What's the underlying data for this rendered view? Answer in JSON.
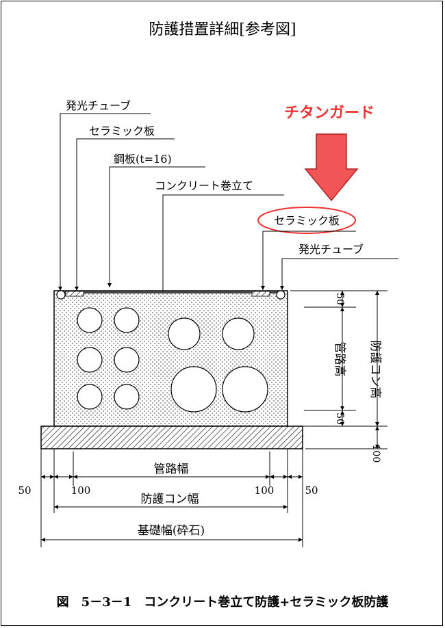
{
  "title": "防護措置詳細[参考図]",
  "left_labels": {
    "luminous_tube": "発光チューブ",
    "ceramic_plate": "セラミック板",
    "steel_plate": "鋼板(t=16)",
    "concrete": "コンクリート巻立て"
  },
  "right_labels": {
    "titanium_guard": "チタンガード",
    "ceramic_plate": "セラミック板",
    "luminous_tube": "発光チューブ"
  },
  "dimensions": {
    "top_50": "50",
    "bottom_50": "50",
    "foundation_100": "100",
    "pipe_height": "管路高",
    "protection_height": "防護コン高",
    "pipe_width": "管路幅",
    "left_50": "50",
    "left_100": "100",
    "right_100": "100",
    "right_50": "50",
    "protection_width": "防護コン幅",
    "foundation_width": "基礎幅(砕石)"
  },
  "caption": "図　5－3－1　コンクリート巻立て防護+セラミック板防護",
  "colors": {
    "highlight": "#ee3333",
    "arrow_fill": "#f25555"
  }
}
